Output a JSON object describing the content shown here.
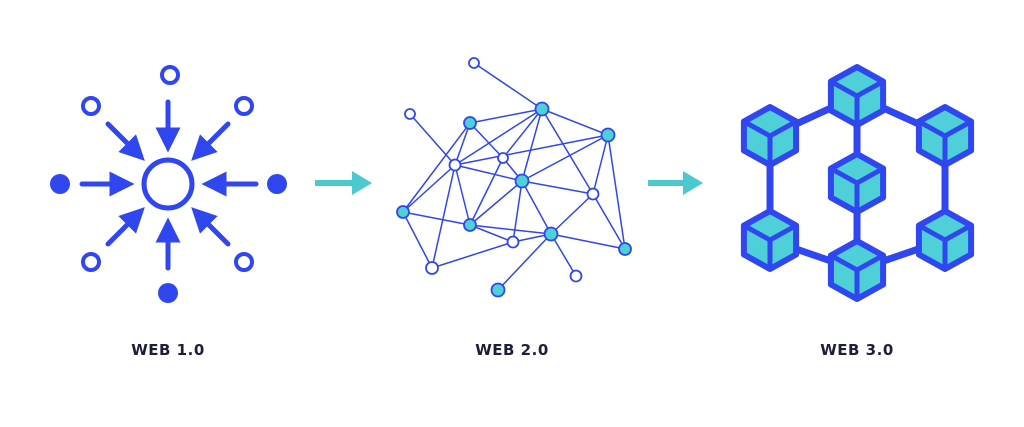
{
  "stages": [
    {
      "label": "WEB 1.0"
    },
    {
      "label": "WEB 2.0"
    },
    {
      "label": "WEB 3.0"
    }
  ],
  "colors": {
    "primary": "#2f46f0",
    "accent": "#4fd0d8",
    "arrow": "#4cc8cf",
    "label": "#1c1f3a"
  }
}
